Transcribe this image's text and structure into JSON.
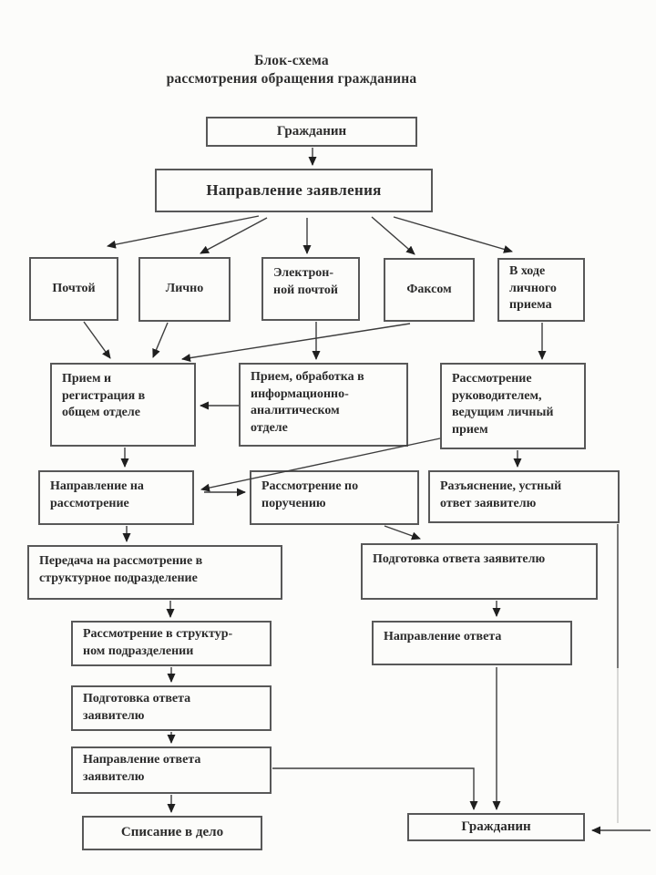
{
  "title": "Блок-схема\nрассмотрения обращения гражданина",
  "nodes": [
    {
      "id": "citizen-top",
      "label": "Гражданин"
    },
    {
      "id": "application-direction",
      "label": "Направление заявления"
    },
    {
      "id": "by-mail",
      "label": "Почтой"
    },
    {
      "id": "in-person",
      "label": "Лично"
    },
    {
      "id": "by-email",
      "label": "Электрон-\nной почтой"
    },
    {
      "id": "by-fax",
      "label": "Факсом"
    },
    {
      "id": "personal-reception",
      "label": "В ходе\nличного\nприема"
    },
    {
      "id": "reception-registration",
      "label": "Прием и\nрегистрация в\nобщем отделе"
    },
    {
      "id": "info-dept-processing",
      "label": "Прием, обработка в\nинформационно-\nаналитическом\nотделе"
    },
    {
      "id": "head-review",
      "label": "Рассмотрение\nруководителем,\nведущим личный\nприем"
    },
    {
      "id": "direction-to-review",
      "label": "Направление на\nрассмотрение"
    },
    {
      "id": "review-by-assignment",
      "label": "Рассмотрение по\nпоручению"
    },
    {
      "id": "oral-answer",
      "label": "Разъяснение, устный\nответ заявителю"
    },
    {
      "id": "transfer-to-structural",
      "label": "Передача на рассмотрение в\nструктурное подразделение"
    },
    {
      "id": "answer-preparation-right",
      "label": "Подготовка ответа заявителю"
    },
    {
      "id": "review-in-structural",
      "label": "Рассмотрение в структур-\nном подразделении"
    },
    {
      "id": "answer-direction-right",
      "label": "Направление ответа"
    },
    {
      "id": "answer-preparation-left",
      "label": "Подготовка ответа\nзаявителю"
    },
    {
      "id": "answer-direction-left",
      "label": "Направление ответа\nзаявителю"
    },
    {
      "id": "write-off",
      "label": "Списание в дело"
    },
    {
      "id": "citizen-bottom",
      "label": "Гражданин"
    }
  ],
  "edges": [
    {
      "from": "citizen-top",
      "to": "application-direction"
    },
    {
      "from": "application-direction",
      "to": "by-mail"
    },
    {
      "from": "application-direction",
      "to": "in-person"
    },
    {
      "from": "application-direction",
      "to": "by-email"
    },
    {
      "from": "application-direction",
      "to": "by-fax"
    },
    {
      "from": "application-direction",
      "to": "personal-reception"
    },
    {
      "from": "by-mail",
      "to": "reception-registration"
    },
    {
      "from": "in-person",
      "to": "reception-registration"
    },
    {
      "from": "by-fax",
      "to": "reception-registration"
    },
    {
      "from": "by-email",
      "to": "info-dept-processing"
    },
    {
      "from": "personal-reception",
      "to": "head-review"
    },
    {
      "from": "info-dept-processing",
      "to": "reception-registration"
    },
    {
      "from": "reception-registration",
      "to": "direction-to-review"
    },
    {
      "from": "head-review",
      "to": "direction-to-review"
    },
    {
      "from": "direction-to-review",
      "to": "review-by-assignment"
    },
    {
      "from": "head-review",
      "to": "oral-answer"
    },
    {
      "from": "direction-to-review",
      "to": "transfer-to-structural"
    },
    {
      "from": "review-by-assignment",
      "to": "answer-preparation-right"
    },
    {
      "from": "transfer-to-structural",
      "to": "review-in-structural"
    },
    {
      "from": "review-in-structural",
      "to": "answer-preparation-left"
    },
    {
      "from": "answer-preparation-left",
      "to": "answer-direction-left"
    },
    {
      "from": "answer-direction-left",
      "to": "write-off"
    },
    {
      "from": "answer-direction-left",
      "to": "citizen-bottom"
    },
    {
      "from": "answer-preparation-right",
      "to": "answer-direction-right"
    },
    {
      "from": "answer-direction-right",
      "to": "citizen-bottom"
    },
    {
      "from": "oral-answer",
      "to": "citizen-bottom"
    }
  ],
  "colors": {
    "ink": "#2b2b2b",
    "line": "#3d3d3d",
    "border": "#585858",
    "paper": "#fcfcfa"
  }
}
